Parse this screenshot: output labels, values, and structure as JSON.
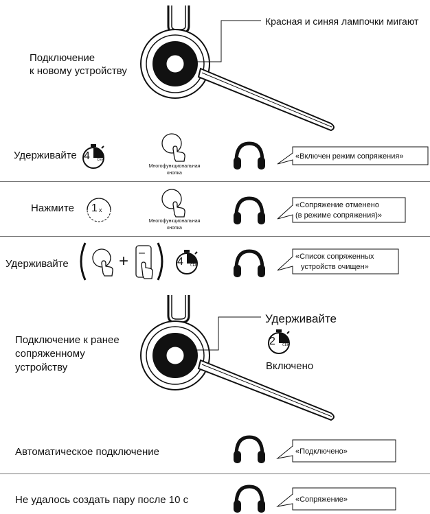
{
  "section1": {
    "label_line1": "Подключение",
    "label_line2": "к новому устройству",
    "callout": "Красная и синяя лампочки мигают"
  },
  "rows": [
    {
      "action": "Удерживайте",
      "timer": "4",
      "timer_unit": "СЕК",
      "button_label_line1": "Многофункциональная",
      "button_label_line2": "кнопка",
      "message_line1": "«Включен режим сопряжения»",
      "message_line2": ""
    },
    {
      "action": "Нажмите",
      "timer": "1",
      "timer_unit": "x",
      "button_label_line1": "Многофункциональная",
      "button_label_line2": "кнопка",
      "message_line1": "«Сопряжение отменено",
      "message_line2": "(в режиме сопряжения)»"
    },
    {
      "action": "Удерживайте",
      "timer": "4",
      "timer_unit": "СЕК",
      "plus": "+",
      "minus": "–",
      "message_line1": "«Список сопряженных",
      "message_line2": "устройств очищен»"
    }
  ],
  "section2": {
    "label_line1": "Подключение к ранее",
    "label_line2": "сопряженному",
    "label_line3": "устройству",
    "action": "Удерживайте",
    "timer": "2",
    "timer_unit": "СЕК",
    "state": "Включено"
  },
  "bottom_rows": [
    {
      "label": "Автоматическое подключение",
      "message": "«Подключено»"
    },
    {
      "label": "Не удалось создать пару после 10 с",
      "message": "«Сопряжение»"
    }
  ],
  "colors": {
    "ink": "#111111",
    "divider": "#777777",
    "ring": "#d9d9d9"
  }
}
